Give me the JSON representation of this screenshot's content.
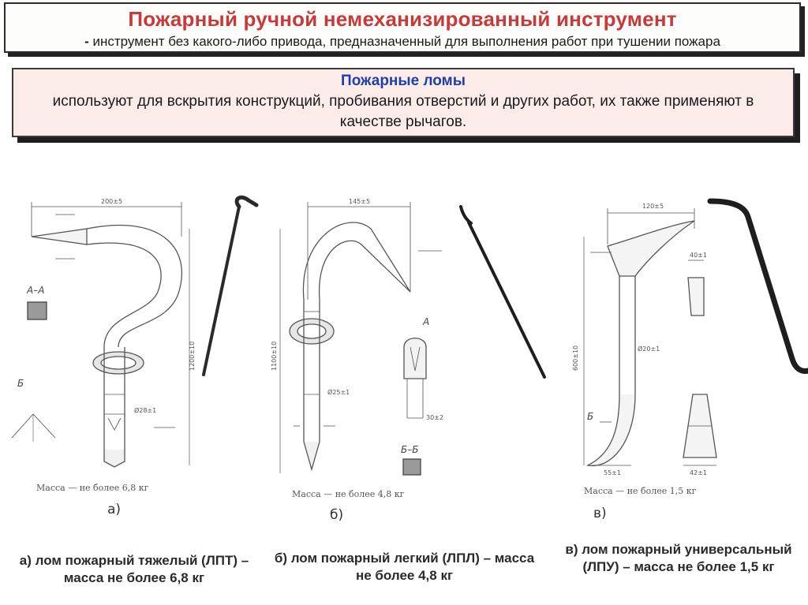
{
  "header": {
    "title": "Пожарный  ручной немеханизированный инструмент",
    "subtitle_dash": "-",
    "subtitle": " инструмент без какого-либо привода, предназначенный для выполнения работ при тушении пожара"
  },
  "info": {
    "title": "Пожарные ломы",
    "text": "используют для вскрытия конструкций, пробивания отверстий и других работ, их также применяют в качестве рычагов."
  },
  "drawings": {
    "a": {
      "dim_top": "200±5",
      "dim_side": "1200±10",
      "dim_dia": "Ø28±1",
      "section_aa": "А–А",
      "section_b": "Б",
      "mass": "Масса — не более 6,8 кг",
      "letter": "а)"
    },
    "b": {
      "dim_top": "145±5",
      "dim_side": "1100±10",
      "dim_dia": "Ø25±1",
      "dim_w": "30±2",
      "section_a": "А",
      "section_bb": "Б–Б",
      "mass": "Масса — не более 4,8 кг",
      "letter": "б)"
    },
    "c": {
      "dim_top": "120±5",
      "dim_side": "600±10",
      "dim_dia": "Ø20±1",
      "dim_bottom": "55±1",
      "dim_r1": "40±1",
      "dim_r2": "42±1",
      "section_b": "Б",
      "mass": "Масса — не более 1,5 кг",
      "letter": "в)"
    }
  },
  "captions": {
    "a": "а) лом пожарный тяжелый (ЛПТ) – масса не более 6,8 кг",
    "b": "б) лом пожарный легкий (ЛПЛ) – масса не более 4,8 кг",
    "c": "в) лом пожарный универсальный (ЛПУ) – масса не более 1,5 кг"
  }
}
